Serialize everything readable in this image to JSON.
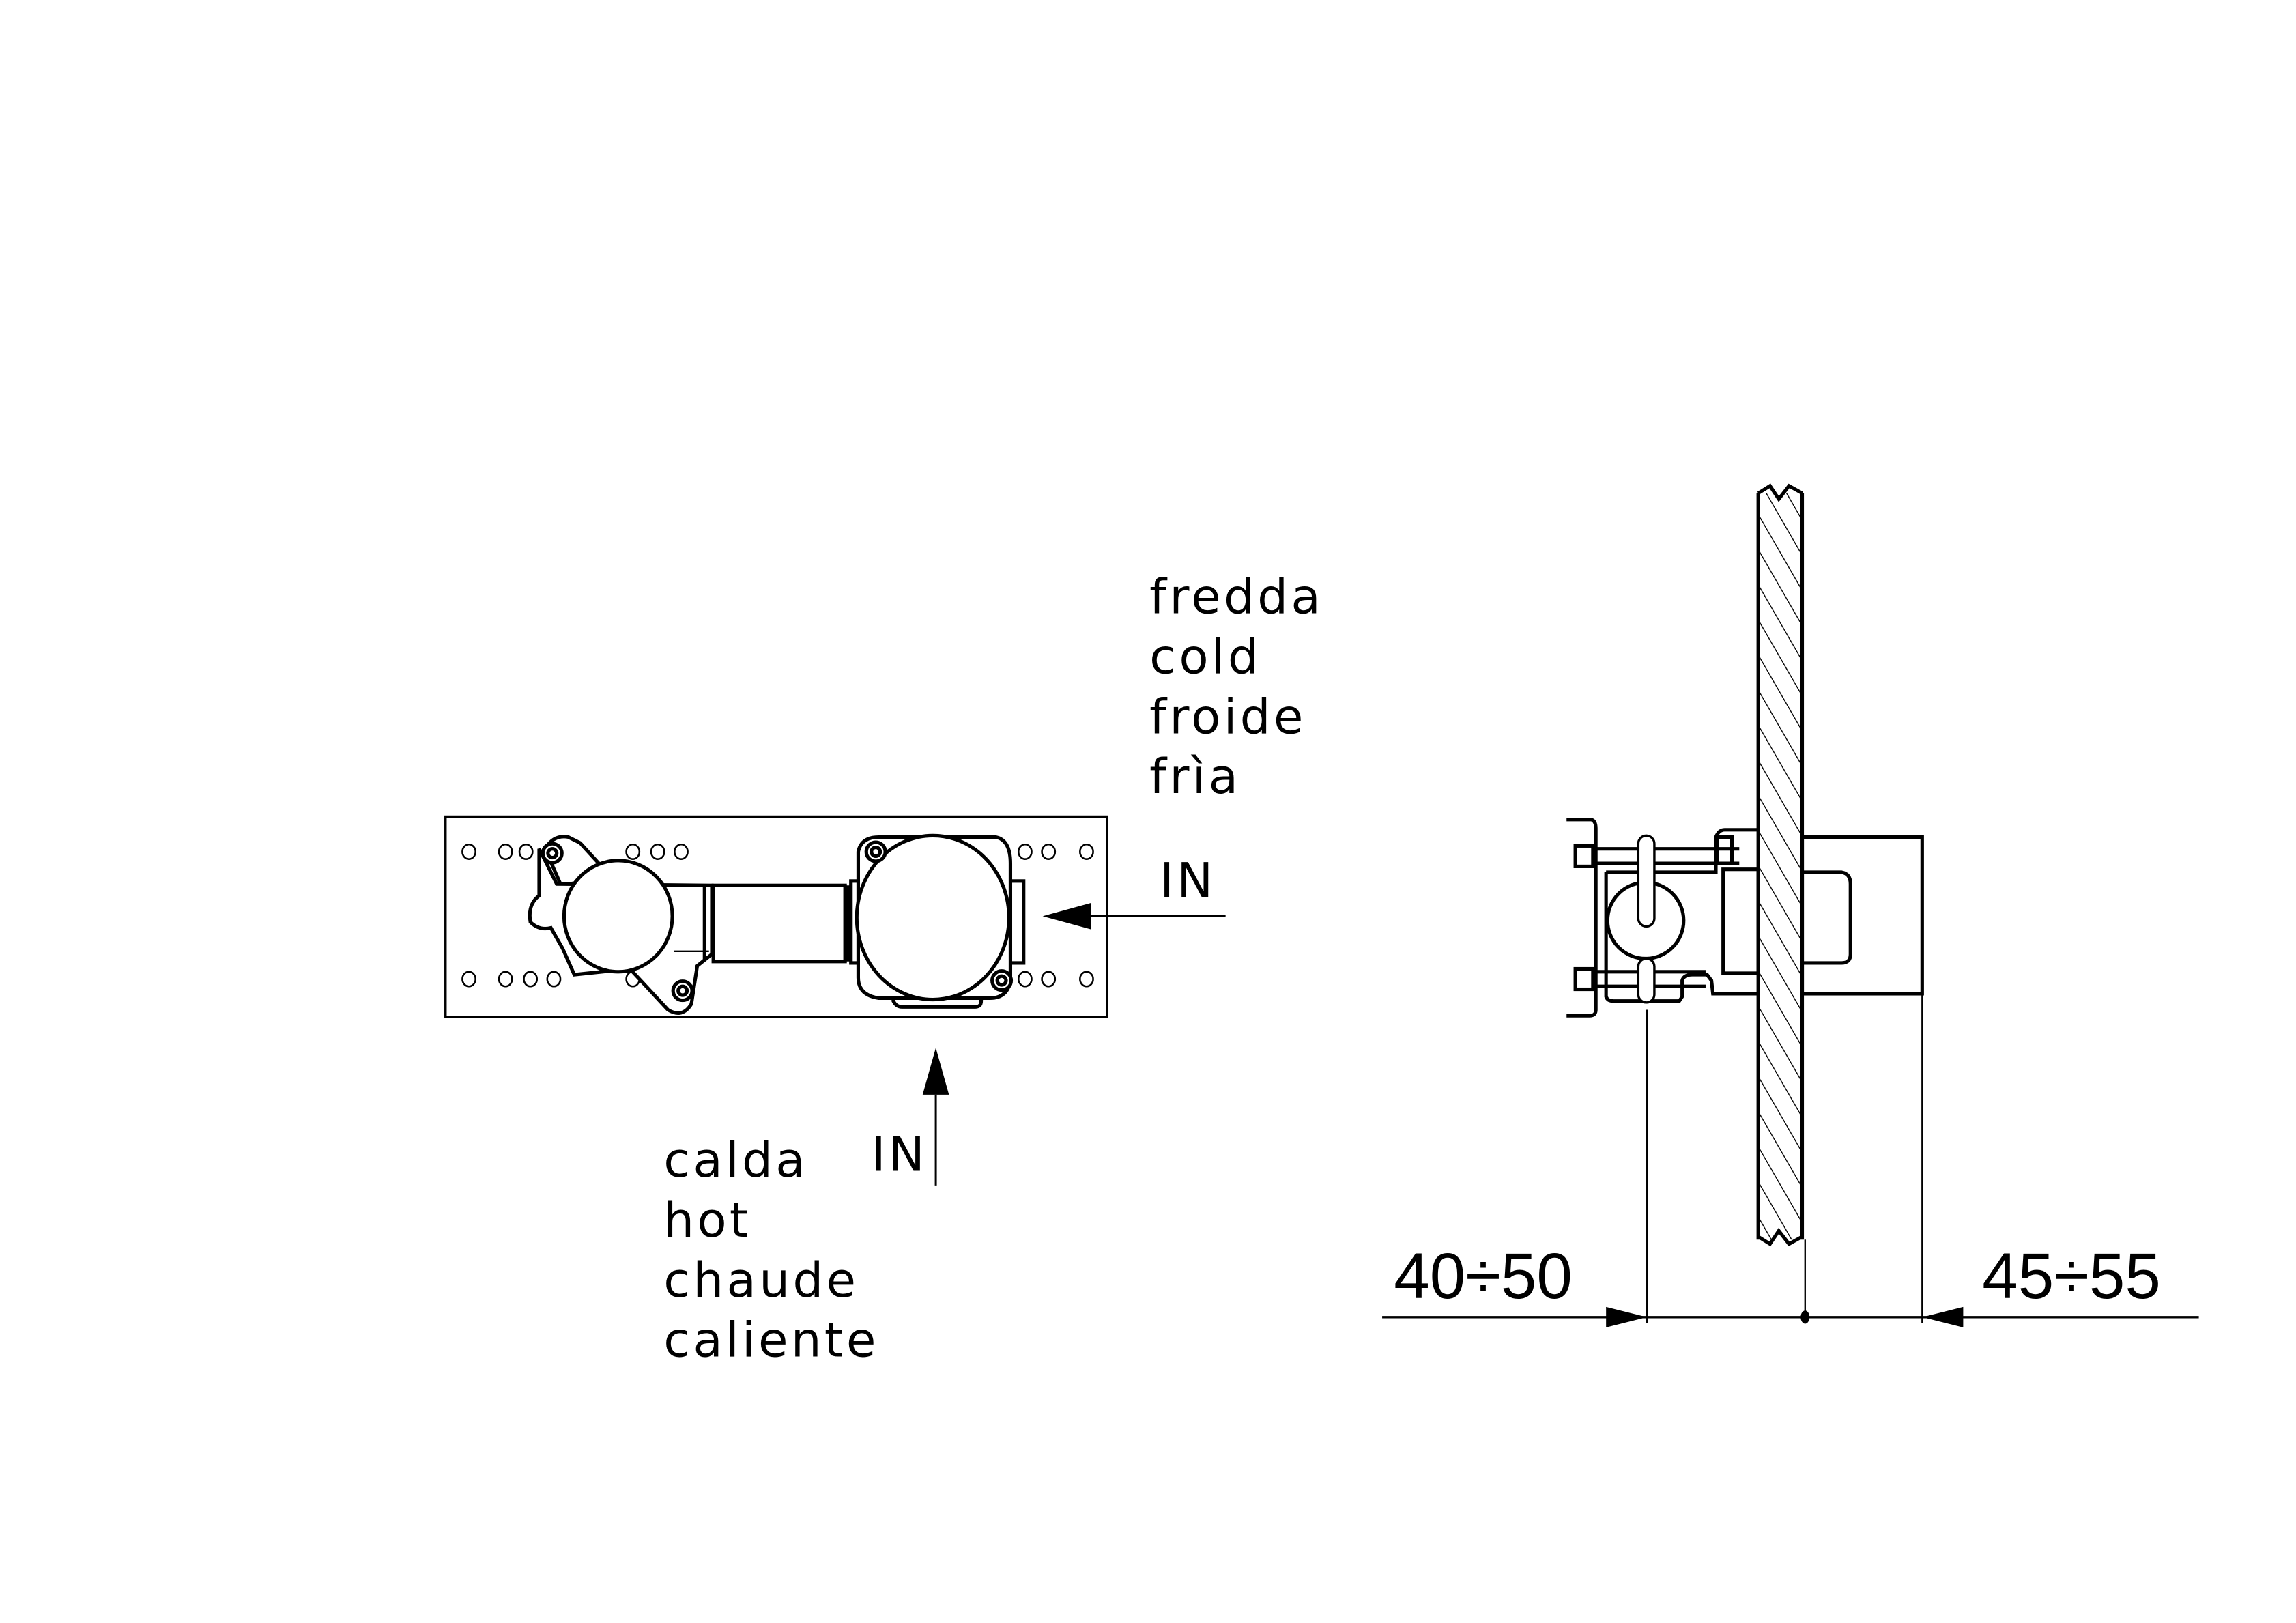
{
  "diagram": {
    "type": "installation-drawing",
    "front_view": {
      "cold_inlet": {
        "arrow_label": "IN",
        "labels": [
          "fredda",
          "cold",
          "froide",
          "frìa"
        ]
      },
      "hot_inlet": {
        "arrow_label": "IN",
        "labels": [
          "calda",
          "hot",
          "chaude",
          "caliente"
        ]
      }
    },
    "side_view": {
      "dimensions": {
        "left": "40÷50",
        "right": "45÷55"
      }
    },
    "colors": {
      "line": "#000000",
      "background": "#ffffff"
    }
  }
}
